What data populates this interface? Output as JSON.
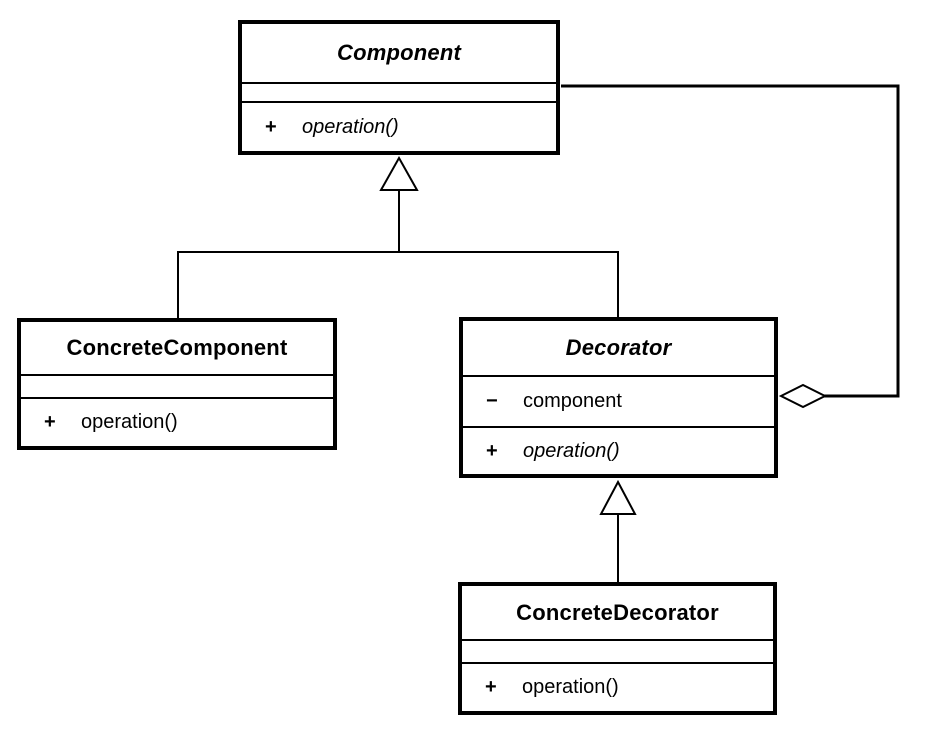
{
  "colors": {
    "background": "#ffffff",
    "line": "#000000",
    "text": "#000000",
    "box_fill": "#ffffff"
  },
  "classes": {
    "component": {
      "name": "Component",
      "abstract": true,
      "attributes": [],
      "methods": [
        {
          "visibility": "+",
          "signature": "operation()",
          "abstract": true
        }
      ]
    },
    "concrete_component": {
      "name": "ConcreteComponent",
      "abstract": false,
      "attributes": [],
      "methods": [
        {
          "visibility": "+",
          "signature": "operation()",
          "abstract": false
        }
      ]
    },
    "decorator": {
      "name": "Decorator",
      "abstract": true,
      "attributes": [
        {
          "visibility": "−",
          "name": "component"
        }
      ],
      "methods": [
        {
          "visibility": "+",
          "signature": "operation()",
          "abstract": true
        }
      ]
    },
    "concrete_decorator": {
      "name": "ConcreteDecorator",
      "abstract": false,
      "attributes": [],
      "methods": [
        {
          "visibility": "+",
          "signature": "operation()",
          "abstract": false
        }
      ]
    }
  },
  "relationships": [
    {
      "type": "generalization",
      "from": "ConcreteComponent",
      "to": "Component"
    },
    {
      "type": "generalization",
      "from": "Decorator",
      "to": "Component"
    },
    {
      "type": "generalization",
      "from": "ConcreteDecorator",
      "to": "Decorator"
    },
    {
      "type": "aggregation",
      "owner": "Decorator",
      "part": "Component"
    }
  ]
}
